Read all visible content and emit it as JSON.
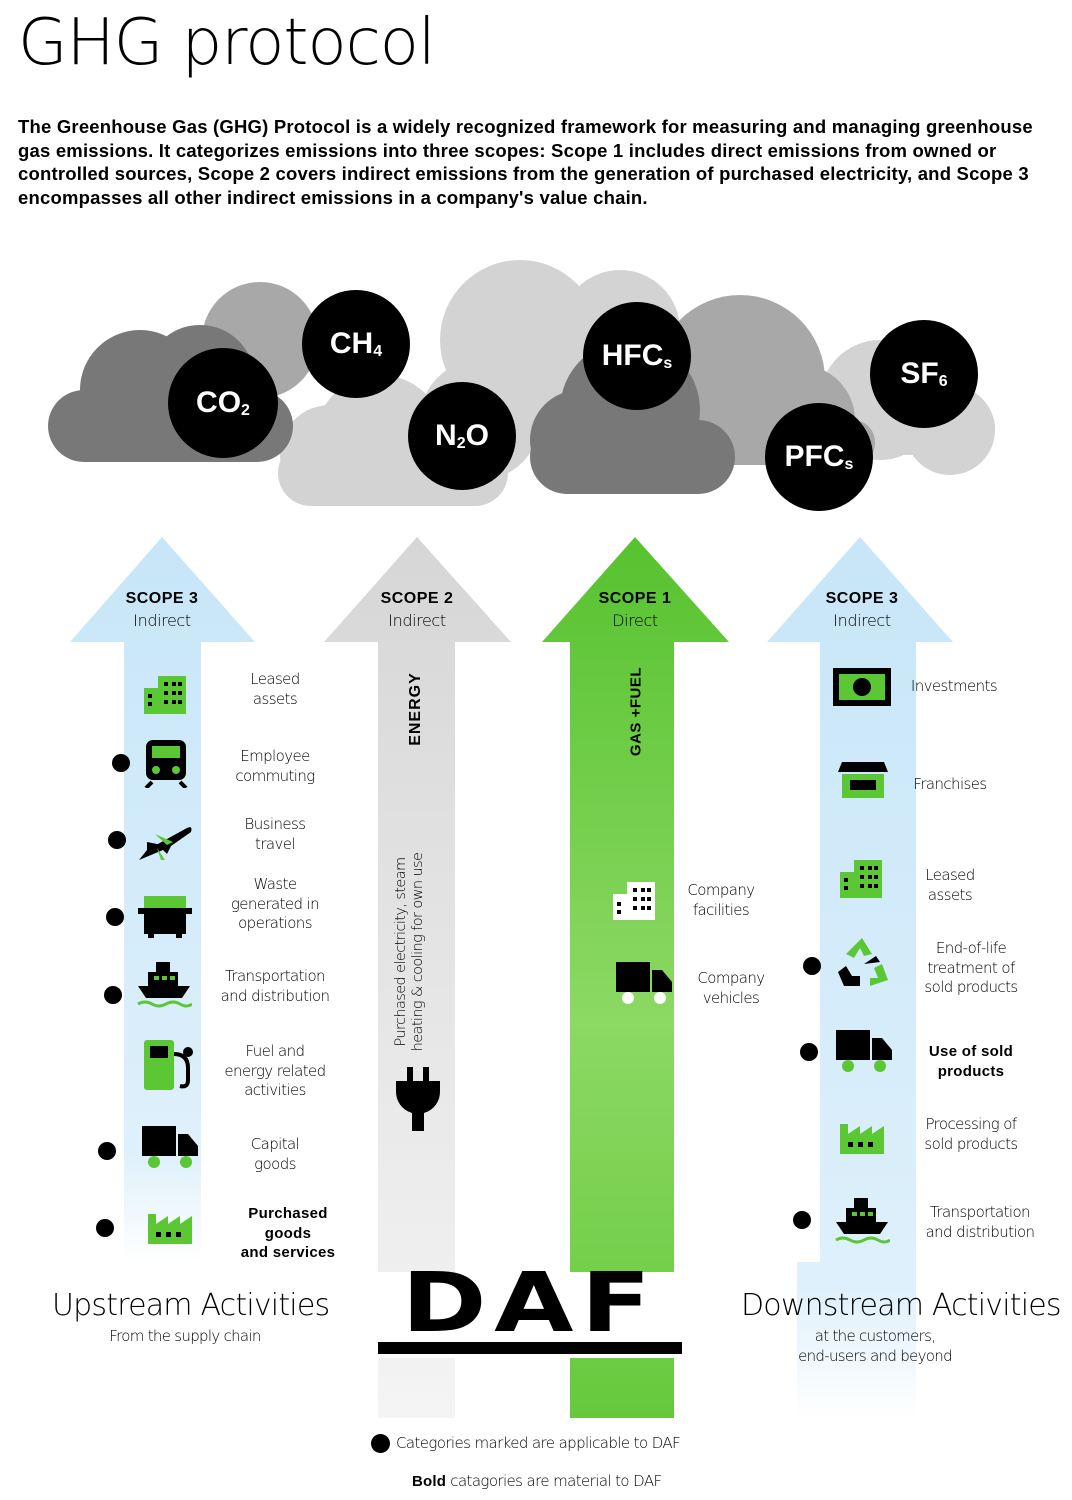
{
  "title": "GHG protocol",
  "intro": "The Greenhouse Gas (GHG) Protocol is a widely recognized framework for measuring and managing greenhouse gas emissions. It categorizes emissions into three scopes: Scope 1 includes direct emissions from owned or controlled sources, Scope 2 covers indirect emissions from the generation of purchased electricity, and Scope 3 encompasses all other indirect emissions in a company's value chain.",
  "gases": [
    {
      "base": "CO",
      "sub": "2"
    },
    {
      "base": "CH",
      "sub": "4"
    },
    {
      "pre": "N",
      "sub": "2",
      "post": "O"
    },
    {
      "base": "HFC",
      "sub": "s"
    },
    {
      "base": "PFC",
      "sub": "s"
    },
    {
      "base": "SF",
      "sub": "6"
    }
  ],
  "arrows": {
    "upstream": {
      "scope": "SCOPE 3",
      "kind": "Indirect"
    },
    "scope2": {
      "scope": "SCOPE 2",
      "kind": "Indirect",
      "vertical_label": "ENERGY",
      "description_line1": "Purchased electricity, steam",
      "description_line2": "heating & cooling for own use"
    },
    "scope1": {
      "scope": "SCOPE 1",
      "kind": "Direct",
      "vertical_label": "GAS +FUEL"
    },
    "downstream": {
      "scope": "SCOPE 3",
      "kind": "Indirect"
    }
  },
  "upstream_items": [
    {
      "line1": "Leased",
      "line2": "assets",
      "icon": "building-icon",
      "applicable": false,
      "material": false
    },
    {
      "line1": "Employee",
      "line2": "commuting",
      "icon": "train-icon",
      "applicable": true,
      "material": false
    },
    {
      "line1": "Business",
      "line2": "travel",
      "icon": "plane-icon",
      "applicable": true,
      "material": false
    },
    {
      "line1": "Waste",
      "line2": "generated in",
      "line3": "operations",
      "icon": "waste-bin-icon",
      "applicable": true,
      "material": false
    },
    {
      "line1": "Transportation",
      "line2": "and distribution",
      "icon": "ship-icon",
      "applicable": true,
      "material": false
    },
    {
      "line1": "Fuel and",
      "line2": "energy related",
      "line3": "activities",
      "icon": "fuel-pump-icon",
      "applicable": false,
      "material": false
    },
    {
      "line1": "Capital",
      "line2": "goods",
      "icon": "truck-icon",
      "applicable": true,
      "material": false
    },
    {
      "line1": "Purchased",
      "line2": "goods",
      "line3": "and services",
      "icon": "factory-icon",
      "applicable": true,
      "material": true
    }
  ],
  "scope1_items": [
    {
      "line1": "Company",
      "line2": "facilities",
      "icon": "building-icon"
    },
    {
      "line1": "Company",
      "line2": "vehicles",
      "icon": "truck-icon"
    }
  ],
  "downstream_items": [
    {
      "line1": "Investments",
      "icon": "money-icon",
      "applicable": false,
      "material": false
    },
    {
      "line1": "Franchises",
      "icon": "storefront-icon",
      "applicable": false,
      "material": false
    },
    {
      "line1": "Leased",
      "line2": "assets",
      "icon": "building-icon",
      "applicable": false,
      "material": false
    },
    {
      "line1": "End-of-life",
      "line2": "treatment of",
      "line3": "sold products",
      "icon": "recycle-icon",
      "applicable": true,
      "material": false
    },
    {
      "line1": "Use of sold",
      "line2": "products",
      "icon": "truck-icon",
      "applicable": true,
      "material": true
    },
    {
      "line1": "Processing of",
      "line2": "sold products",
      "icon": "factory-icon",
      "applicable": false,
      "material": false
    },
    {
      "line1": "Transportation",
      "line2": "and distribution",
      "icon": "ship-icon",
      "applicable": true,
      "material": false
    }
  ],
  "upstream_heading": "Upstream Activities",
  "upstream_subheading": "From the supply chain",
  "downstream_heading": "Downstream Activities",
  "downstream_subheading_line1": "at the customers,",
  "downstream_subheading_line2": "end-users and beyond",
  "logo_text": "DAF",
  "legend": {
    "applicable": "Categories marked are applicable to DAF",
    "bold_word": "Bold",
    "material_rest": " catagories are material to DAF"
  },
  "colors": {
    "green": "#5cc735",
    "light_blue": "#c8e6f8",
    "light_gray": "#d9d9d9",
    "cloud_dark": "#777777",
    "cloud_mid": "#a7a7a7",
    "cloud_light": "#d2d2d2"
  }
}
